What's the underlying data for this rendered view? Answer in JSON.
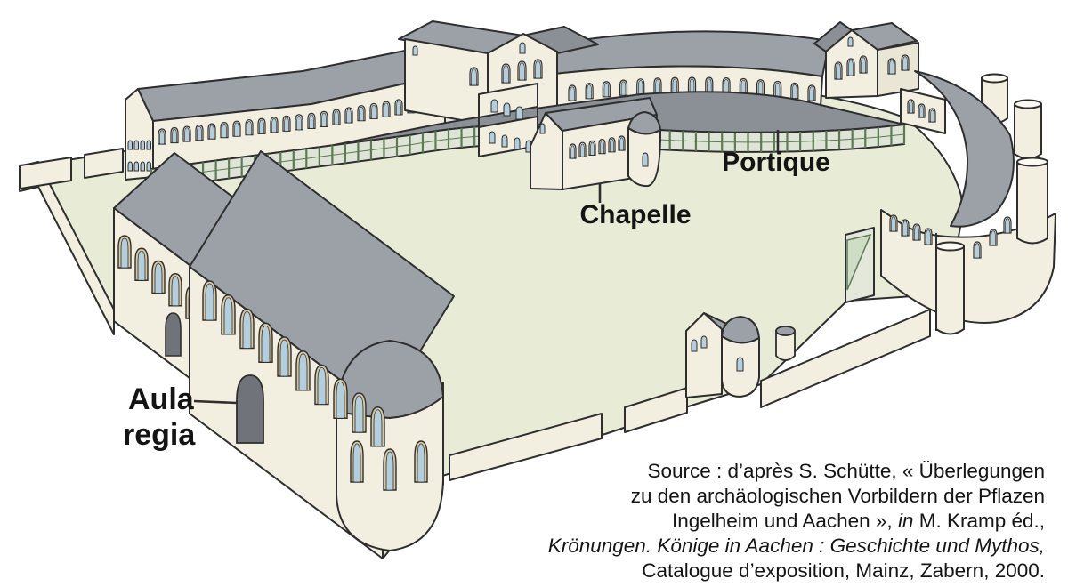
{
  "figure": {
    "type": "architectural-diagram",
    "labels": {
      "aula_line1": "Aula",
      "aula_line2": "regia",
      "chapelle": "Chapelle",
      "portique": "Portique"
    },
    "source": {
      "line1": "Source : d’après S. Schütte, « Überlegungen",
      "line2": "zu den archäologischen Vorbildern der Pflazen",
      "line3_pre": "Ingelheim und Aachen », ",
      "line3_italic": "in",
      "line3_post": " M. Kramp éd.,",
      "line4_italic": "Krönungen. Könige in Aachen : Geschichte und Mythos,",
      "line5": "Catalogue d’exposition, Mainz, Zabern, 2000."
    },
    "colors": {
      "wall_cream": "#f2efe1",
      "roof_gray": "#9ba1a6",
      "courtyard_green": "#e8ecd7",
      "window_blue": "#b4cedb",
      "window_frame_tan": "#d9c7a0",
      "portico_post_green": "#5d7a55",
      "outline": "#2e2e2e"
    }
  }
}
